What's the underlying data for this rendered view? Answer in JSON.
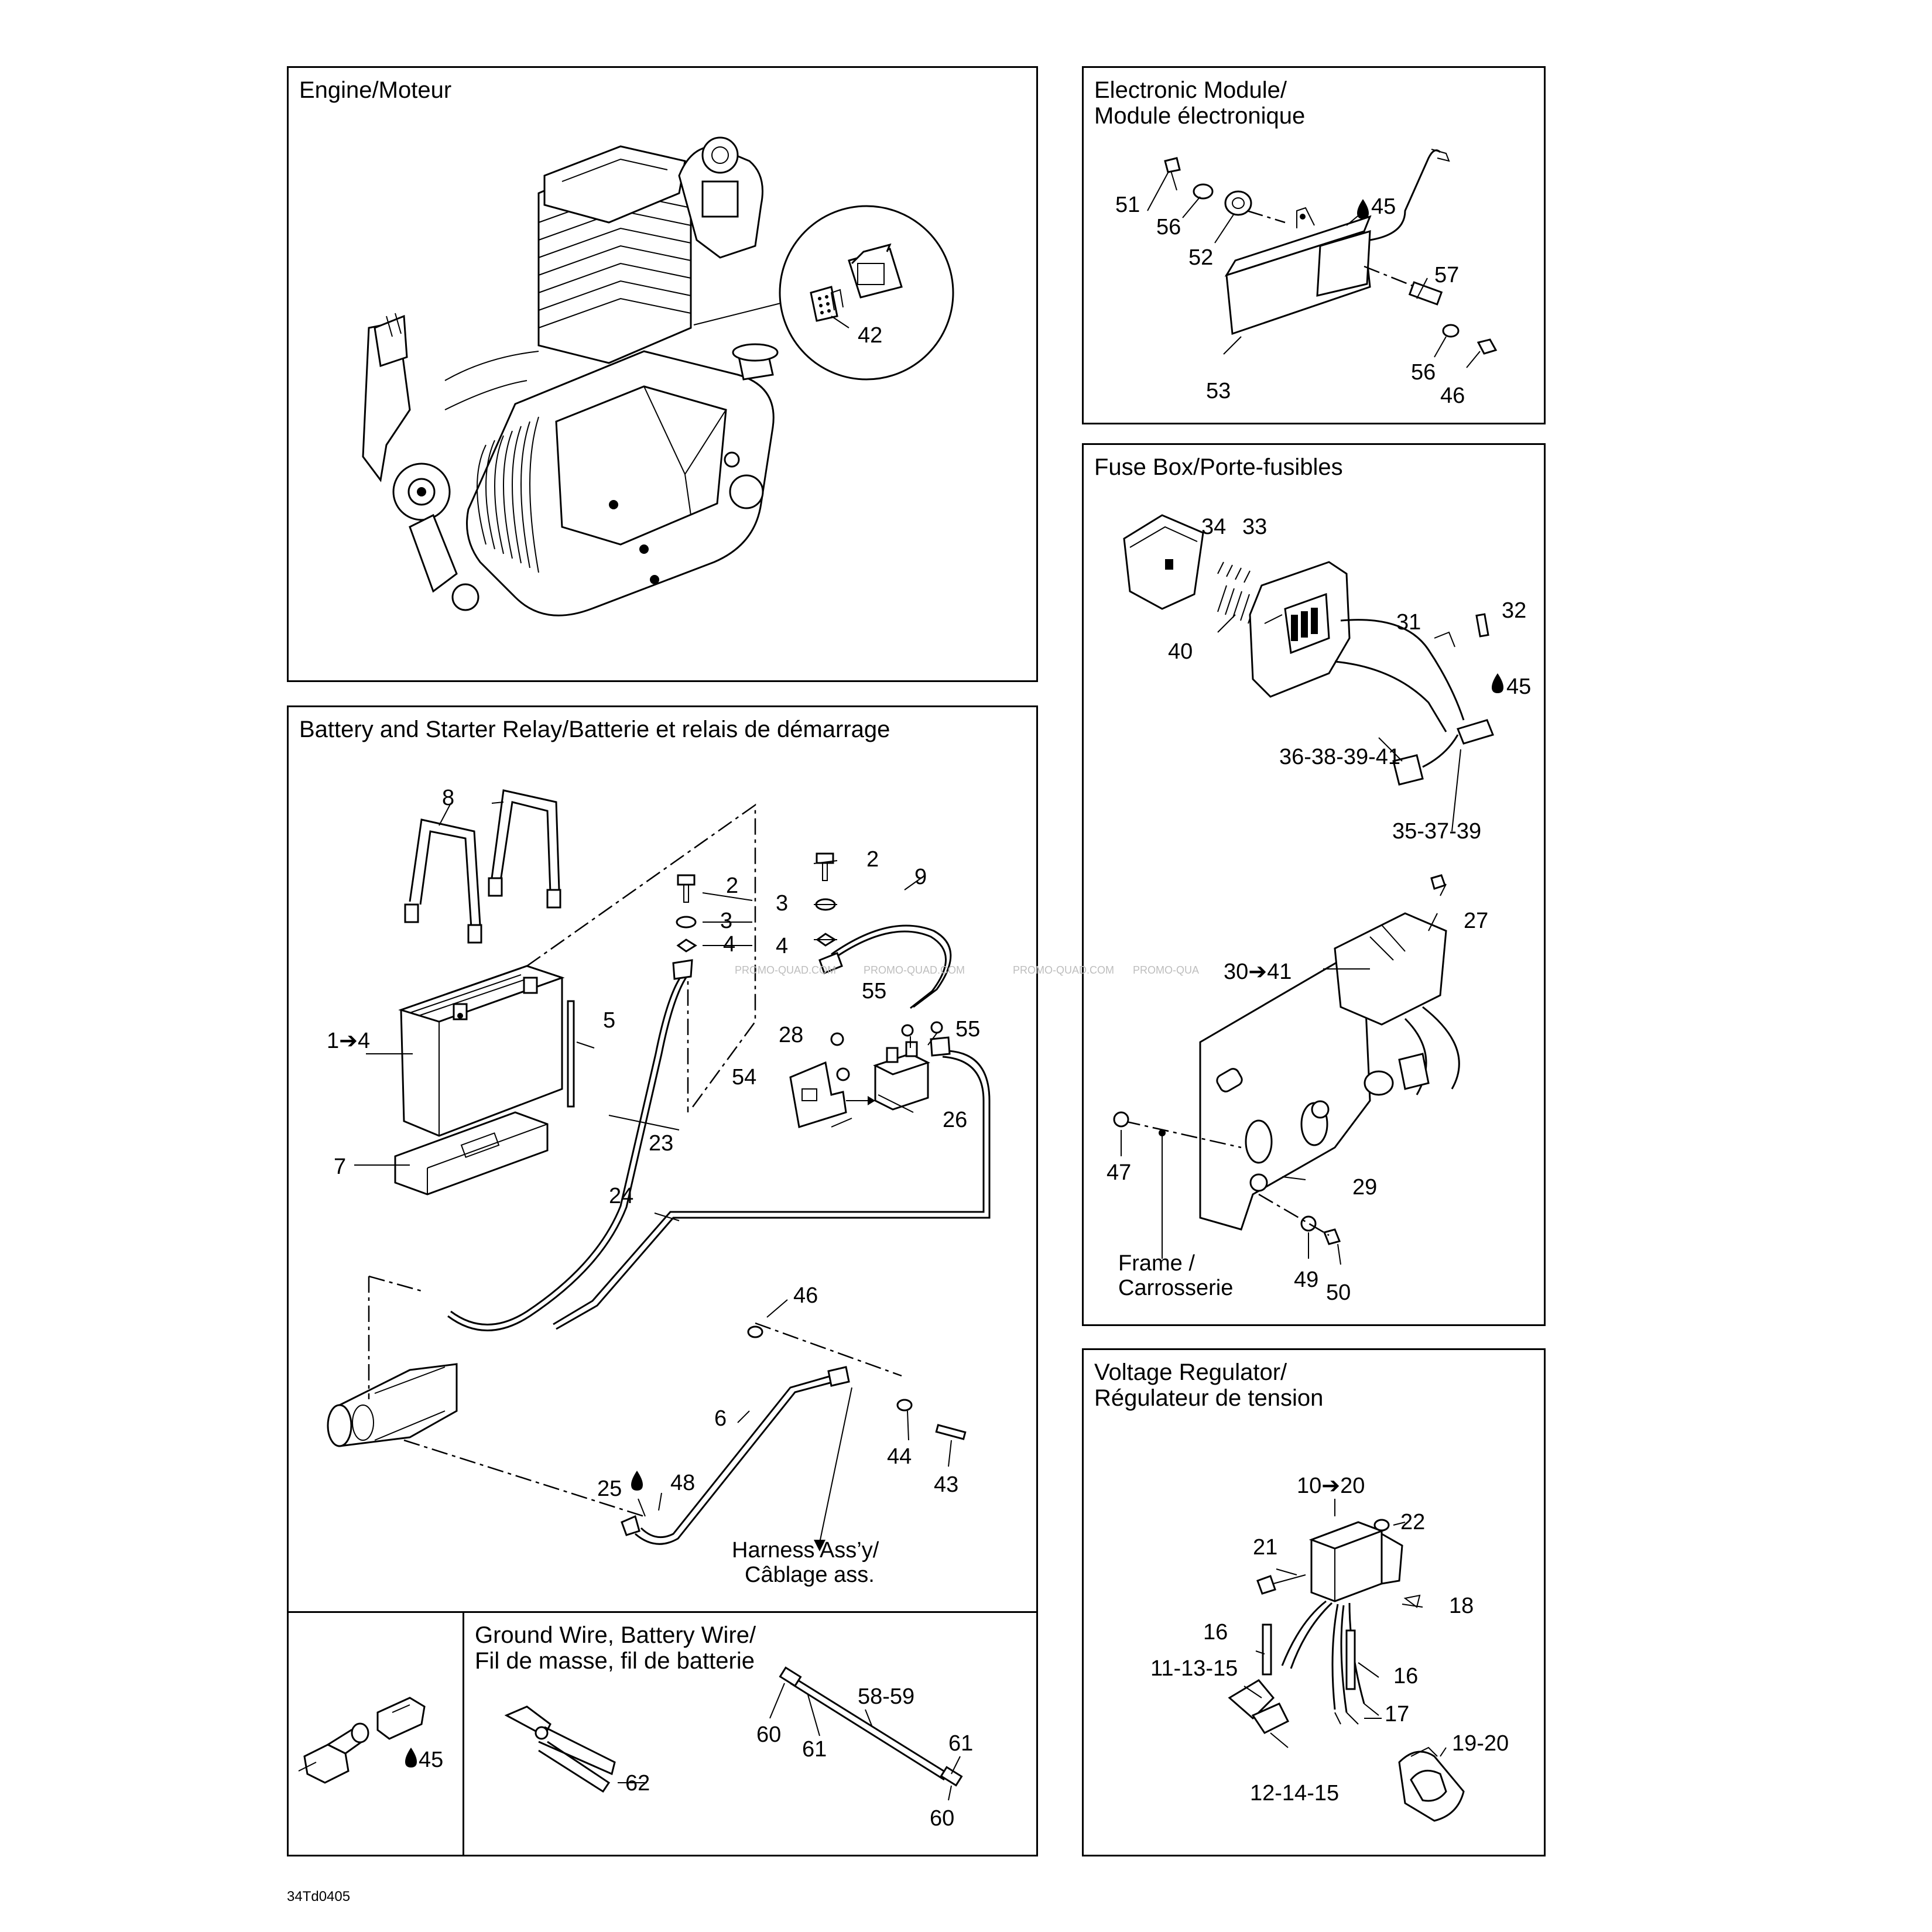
{
  "panels": {
    "engine": {
      "title": "Engine/Moteur"
    },
    "electronic_module": {
      "title": "Electronic Module/\nModule électronique"
    },
    "fuse_box": {
      "title": "Fuse Box/Porte-fusibles"
    },
    "battery_relay": {
      "title": "Battery and Starter Relay/Batterie et relais de démarrage"
    },
    "ground_wire": {
      "title": "Ground Wire, Battery Wire/\nFil de masse, fil de batterie"
    },
    "voltage_regulator": {
      "title": "Voltage Regulator/\nRégulateur de tension"
    }
  },
  "labels": {
    "engine": {
      "l42": "42"
    },
    "module": {
      "l51": "51",
      "l56a": "56",
      "l52": "52",
      "l45": "45",
      "l57": "57",
      "l56b": "56",
      "l46": "46",
      "l53": "53"
    },
    "fuse": {
      "l34": "34",
      "l33": "33",
      "l32": "32",
      "l31": "31",
      "l40": "40",
      "l45": "45",
      "l36": "36-38-39-41",
      "l35": "35-37-39",
      "l27": "27",
      "l30": "30➔41",
      "l47": "47",
      "l29": "29",
      "frame1": "Frame /",
      "frame2": "Carrosserie",
      "l49": "49",
      "l50": "50"
    },
    "battery": {
      "l8": "8",
      "l2a": "2",
      "l3a": "3",
      "l4a": "4",
      "l2b": "2",
      "l3b": "3",
      "l4b": "4",
      "l9": "9",
      "l5": "5",
      "l1": "1➔4",
      "l55a": "55",
      "l55b": "55",
      "l28": "28",
      "l54": "54",
      "l26": "26",
      "l7": "7",
      "l23": "23",
      "l24": "24",
      "l46": "46",
      "l6": "6",
      "l44": "44",
      "l43": "43",
      "l25": "25",
      "l48": "48",
      "harness1": "Harness Ass’y/",
      "harness2": "Câblage ass."
    },
    "ground": {
      "l45": "45",
      "l62": "62",
      "l58": "58-59",
      "l60a": "60",
      "l61a": "61",
      "l61b": "61",
      "l60b": "60"
    },
    "regulator": {
      "l10": "10➔20",
      "l22": "22",
      "l21": "21",
      "l18": "18",
      "l16a": "16",
      "l16b": "16",
      "l11": "11-13-15",
      "l17": "17",
      "l19": "19-20",
      "l12": "12-14-15"
    }
  },
  "watermark": [
    "PROMO-QUAD.COM",
    "PROMO-QUAD.COM",
    "PROMO-QUAD.COM",
    "PROMO-QUA"
  ],
  "drawing_code": "34Td0405"
}
